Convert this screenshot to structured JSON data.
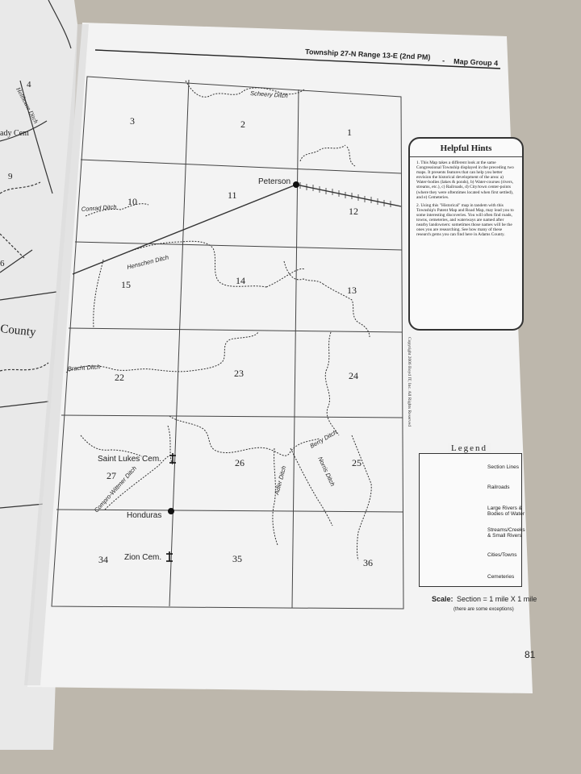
{
  "header": {
    "title": "Township 27-N Range 13-E (2nd PM)",
    "separator": "-",
    "group": "Map Group 4"
  },
  "sections": [
    "1",
    "2",
    "3",
    "10",
    "11",
    "12",
    "13",
    "14",
    "15",
    "22",
    "23",
    "24",
    "25",
    "26",
    "27",
    "34",
    "35",
    "36"
  ],
  "places": {
    "cities": [
      "Peterson",
      "Honduras"
    ],
    "cemeteries": [
      "Saint Lukes Cem.",
      "Zion Cem."
    ]
  },
  "waterways": [
    "Scheery Ditch",
    "Conrad Ditch",
    "Henschen Ditch",
    "Bracht Ditch",
    "Berry Ditch",
    "Adler Ditch",
    "Norris Ditch",
    "Compro-Wittmer Ditch"
  ],
  "left_page": {
    "sections": [
      "4",
      "9",
      "6"
    ],
    "labels": [
      "Holthouse Ditch",
      "ady Cem",
      "County"
    ]
  },
  "copyright": "Copyright 2006 Boyd IT, Inc. All Rights Reserved",
  "hints": {
    "title": "Helpful Hints",
    "p1": "1. This Map takes a different look at the same Congressional Township displayed in the preceding two maps. It presents features that can help you better envision the historical development of the area: a) Water-bodies (lakes & ponds), b) Water-courses (rivers, streams, etc.), c) Railroads, d) City/town center-points (where they were oftentimes located when first settled), and e) Cemeteries.",
    "p2": "2. Using this \"Historical\" map in tandem with this Township's Patent Map and Road Map, may lead you to some interesting discoveries. You will often find roads, towns, cemeteries, and waterways are named after nearby landowners: sometimes those names will be the ones you are researching. See how many of these research gems you can find here in Adams County."
  },
  "legend": {
    "title": "Legend",
    "items": [
      "Section Lines",
      "Railroads",
      "Large Rivers & Bodies of Water",
      "Streams/Creeks & Small Rivers",
      "Cities/Towns",
      "Cemeteries"
    ]
  },
  "scale": {
    "label": "Scale:",
    "text": "Section = 1 mile  X  1 mile",
    "note": "(there are some exceptions)"
  },
  "page_number": "81",
  "colors": {
    "paper": "#f2f2f2",
    "ink": "#222222",
    "background": "#b9b3a8"
  }
}
